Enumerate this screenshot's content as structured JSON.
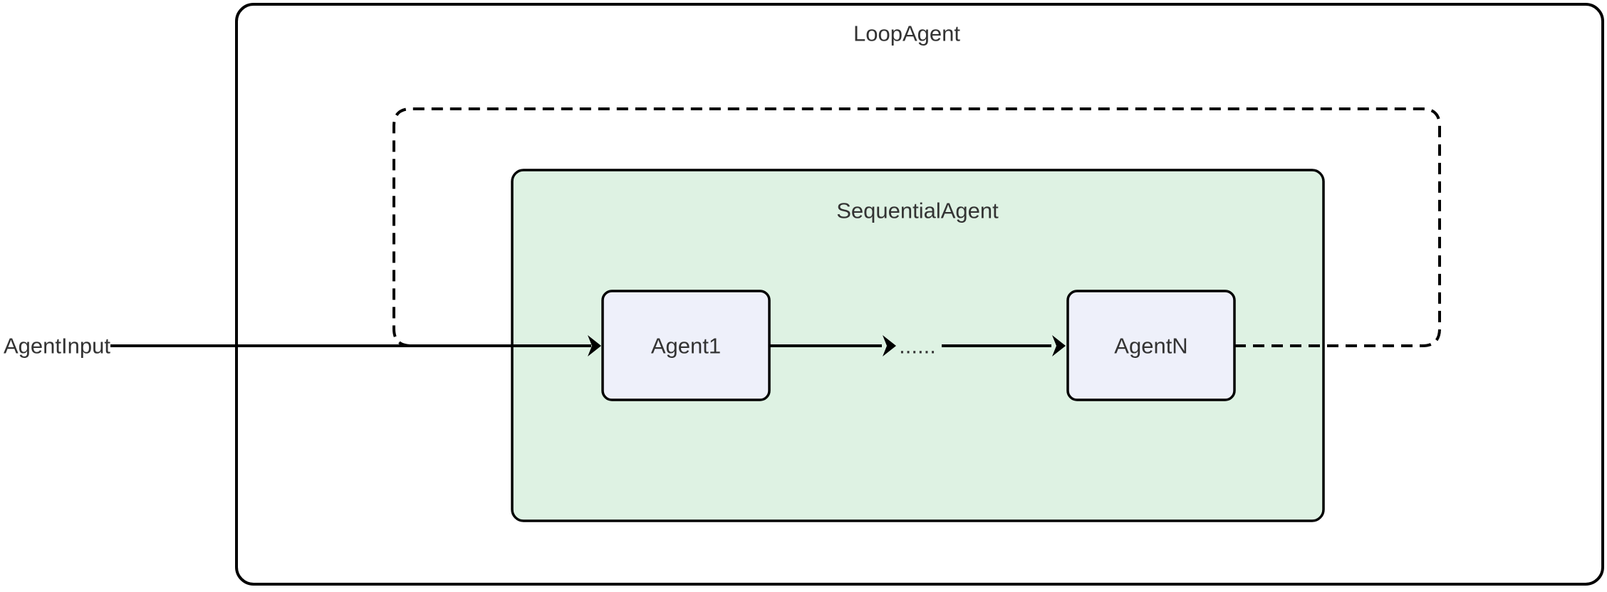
{
  "diagram": {
    "loop_agent": {
      "label": "LoopAgent"
    },
    "sequential_agent": {
      "label": "SequentialAgent"
    },
    "agent1": {
      "label": "Agent1"
    },
    "agent_n": {
      "label": "AgentN"
    },
    "ellipsis": {
      "label": "......"
    },
    "agent_input": {
      "label": "AgentInput"
    }
  },
  "colors": {
    "background": "#ffffff",
    "border": "#000000",
    "text": "#333333",
    "sequential_agent_fill": "#def2e3",
    "agent_node_fill": "#eef0fa"
  }
}
